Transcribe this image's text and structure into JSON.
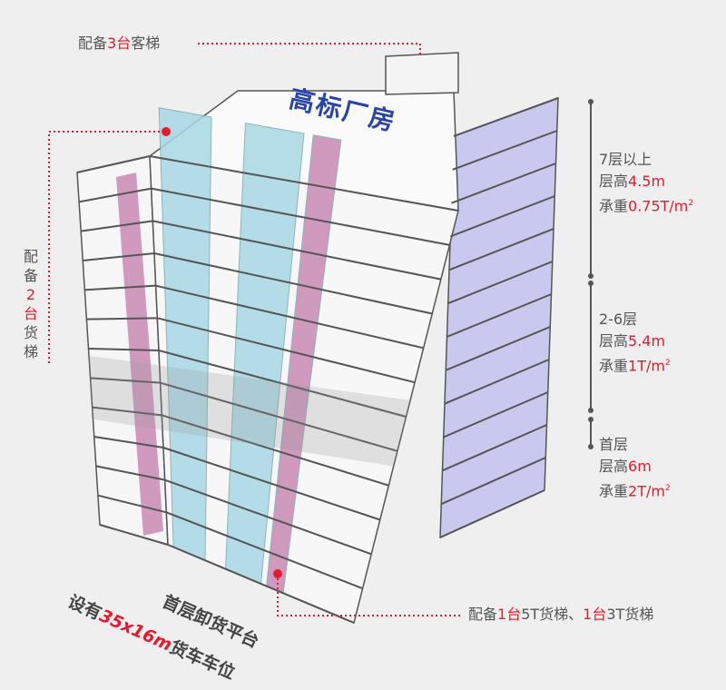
{
  "title_roof": "高标厂房",
  "passenger_elevator": {
    "prefix": "配备",
    "count": "3台",
    "suffix": "客梯"
  },
  "freight_elevator_left": {
    "prefix": "配备",
    "count": "2",
    "unit": "台",
    "suffix": "货梯"
  },
  "freight_elevator_bottom": {
    "prefix": "配备",
    "count1": "1台",
    "mid": "5T货梯、",
    "count2": "1台",
    "suffix": "3T货梯"
  },
  "loading": {
    "line1": "首层卸货平台",
    "prefix": "设有",
    "size": "35x16m",
    "suffix": "货车车位"
  },
  "floors": [
    {
      "name": "7层以上",
      "height_label": "层高",
      "height": "4.5m",
      "load_label": "承重",
      "load": "0.75T/m",
      "sup": "2"
    },
    {
      "name": "2-6层",
      "height_label": "层高",
      "height": "5.4m",
      "load_label": "承重",
      "load": "1T/m",
      "sup": "2"
    },
    {
      "name": "首层",
      "height_label": "层高",
      "height": "6m",
      "load_label": "承重",
      "load": "2T/m",
      "sup": "2"
    }
  ],
  "colors": {
    "accent": "#e8192c",
    "shaft": "#a9d8e6",
    "pink": "#c98ab5",
    "roof_text": "#2a44a8",
    "right_face": "#c9c8ee"
  }
}
